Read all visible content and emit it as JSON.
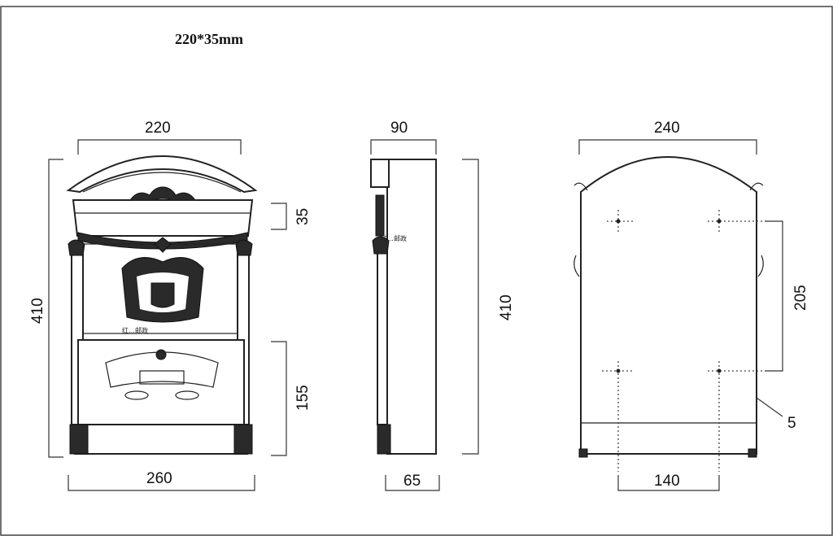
{
  "title": "220*35mm",
  "front_view": {
    "top_width": "220",
    "height": "410",
    "slot_height": "35",
    "door_height": "155",
    "bottom_width": "260",
    "brand_mark": "红…邮政"
  },
  "side_view": {
    "depth_top": "90",
    "height": "410",
    "depth_bottom": "65",
    "brand_mark": "红…邮政"
  },
  "back_view": {
    "width": "240",
    "hole_vertical_spacing": "205",
    "hole_horizontal_spacing": "140",
    "hole_diameter": "5"
  }
}
